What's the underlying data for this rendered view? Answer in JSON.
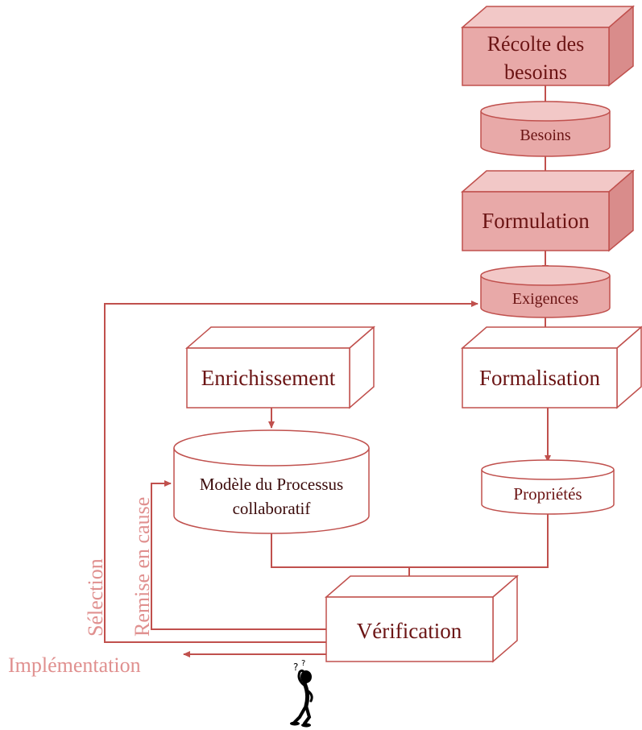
{
  "colors": {
    "line": "#c0504d",
    "fill_front": "#e8a9a8",
    "fill_top": "#f2c8c7",
    "fill_side": "#d98c8b",
    "text_dark": "#6b1414",
    "text_light": "#e0908f",
    "white_box_stroke": "#c0504d"
  },
  "steps": {
    "recolte": "Récolte des",
    "recolte_line2": "besoins",
    "formulation": "Formulation",
    "formalisation": "Formalisation",
    "enrichissement": "Enrichissement",
    "verification": "Vérification"
  },
  "stores": {
    "besoins": "Besoins",
    "exigences": "Exigences",
    "modele_line1": "Modèle du Processus",
    "modele_line2": "collaboratif",
    "proprietes": "Propriétés"
  },
  "flows": {
    "selection": "Sélection",
    "remise": "Remise en cause",
    "implementation": "Implémentation"
  },
  "icons": {
    "thinker": "confused-person-icon"
  }
}
